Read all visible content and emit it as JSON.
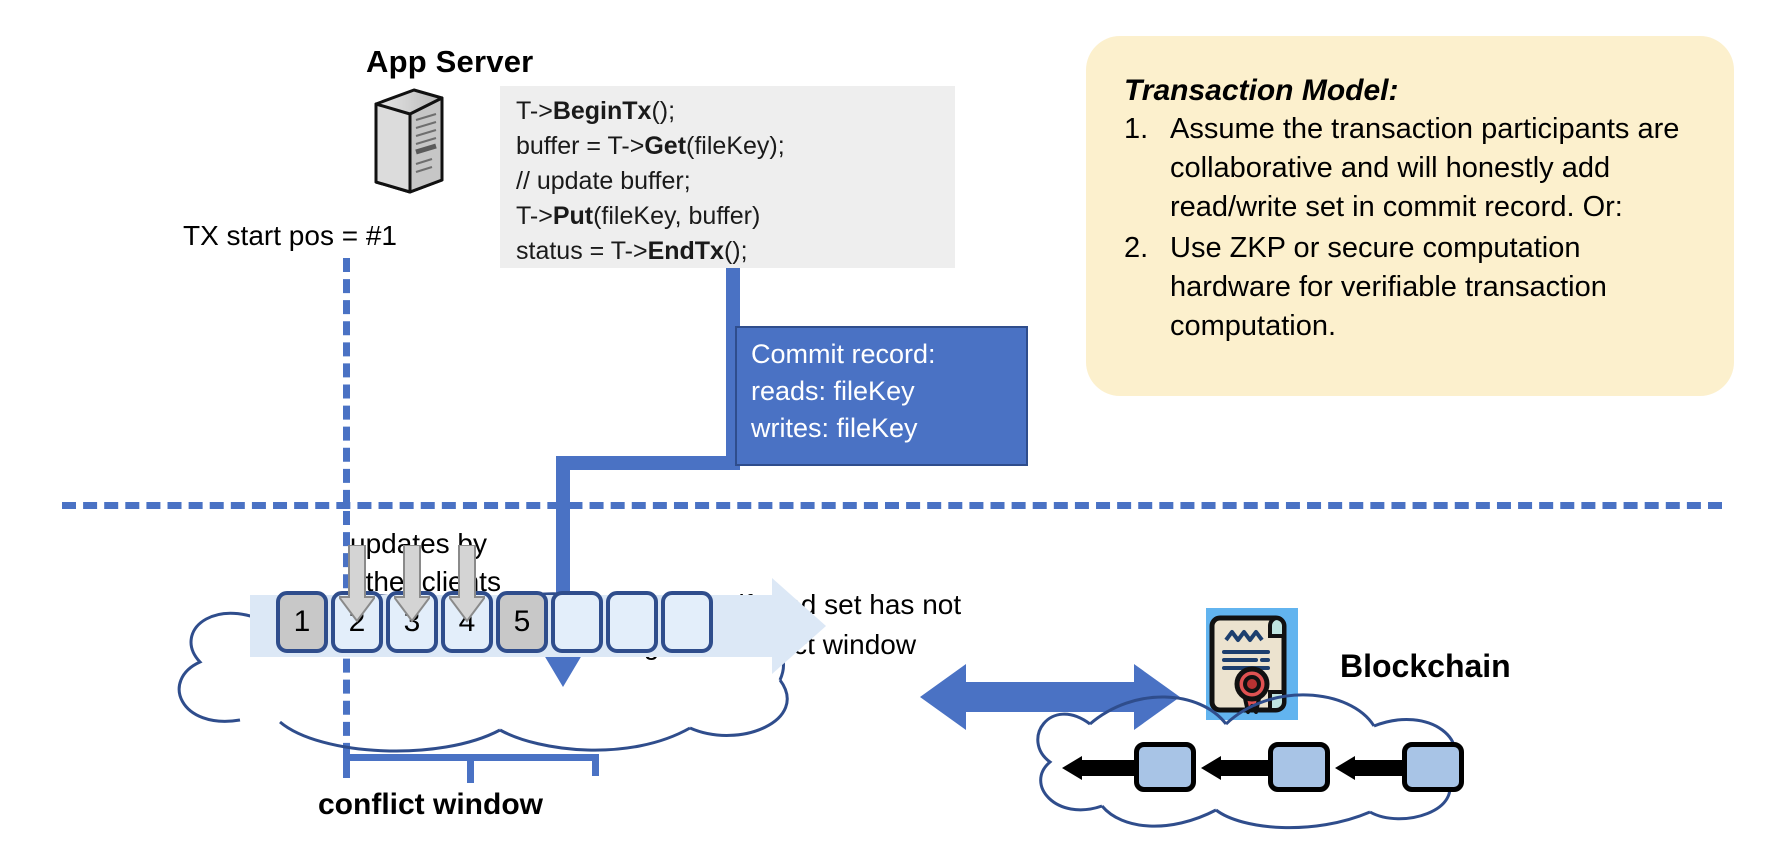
{
  "diagram": {
    "app_server": {
      "title": "App Server",
      "icon": "server-tower-icon",
      "code_lines": [
        [
          {
            "t": "T->",
            "b": false
          },
          {
            "t": "BeginTx",
            "b": true
          },
          {
            "t": "();",
            "b": false
          }
        ],
        [
          {
            "t": "buffer = T->",
            "b": false
          },
          {
            "t": "Get",
            "b": true
          },
          {
            "t": "(fileKey);",
            "b": false
          }
        ],
        [
          {
            "t": "// update buffer;",
            "b": false
          }
        ],
        [
          {
            "t": "T->",
            "b": false
          },
          {
            "t": "Put",
            "b": true
          },
          {
            "t": "(fileKey, buffer)",
            "b": false
          }
        ],
        [
          {
            "t": "status = T->",
            "b": false
          },
          {
            "t": "EndTx",
            "b": true
          },
          {
            "t": "();",
            "b": false
          }
        ]
      ]
    },
    "tx_start_label": "TX start pos = #1",
    "transaction_model": {
      "title": "Transaction Model:",
      "items": [
        {
          "num": "1.",
          "text": "Assume the transaction participants are collaborative and will honestly add read/write set in commit record.  Or:"
        },
        {
          "num": "2.",
          "text": "Use ZKP or secure computation hardware for verifiable transaction computation."
        }
      ]
    },
    "commit_record": {
      "title": "Commit record:",
      "reads": "reads: fileKey",
      "writes": "writes: fileKey"
    },
    "updates_label": "updates by\nother clients",
    "updates_label_line1": "updates by",
    "updates_label_line2": "other clients",
    "tx_commit_label_line1": "TX commits if read set has not",
    "tx_commit_label_line2": "changed in conflict window",
    "log": {
      "blocks": [
        {
          "label": "1",
          "state": "filled"
        },
        {
          "label": "2",
          "state": "empty"
        },
        {
          "label": "3",
          "state": "empty"
        },
        {
          "label": "4",
          "state": "empty"
        },
        {
          "label": "5",
          "state": "filled"
        },
        {
          "label": "",
          "state": "empty"
        },
        {
          "label": "",
          "state": "empty"
        },
        {
          "label": "",
          "state": "empty"
        }
      ],
      "conflict_window_label": "conflict window"
    },
    "blockchain": {
      "label": "Blockchain",
      "contract_icon": "certificate-contract-icon",
      "blocks": [
        "",
        "",
        ""
      ]
    },
    "colors": {
      "accent_blue": "#4a72c4",
      "dark_blue_border": "#2f4d8c",
      "callout_yellow": "#fcf0cd",
      "code_bg": "#eeeeee",
      "block_light": "#e3eefa",
      "block_filled": "#c8c8c8",
      "strip_bg": "#dce8f6",
      "bc_block": "#a8c4e6",
      "seal_red": "#e05252"
    }
  }
}
